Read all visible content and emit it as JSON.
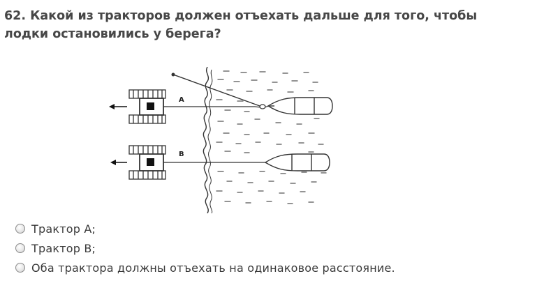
{
  "question": {
    "line1": "62. Какой из тракторов должен отъехать дальше для того, чтобы",
    "line2": "лодки остановились у берега?"
  },
  "figure": {
    "label_a": "A",
    "label_b": "B"
  },
  "options": [
    {
      "label": "Трактор А;",
      "selected": false
    },
    {
      "label": "Трактор В;",
      "selected": false
    },
    {
      "label": "Оба трактора должны отъехать на одинаковое расстояние.",
      "selected": false
    }
  ]
}
